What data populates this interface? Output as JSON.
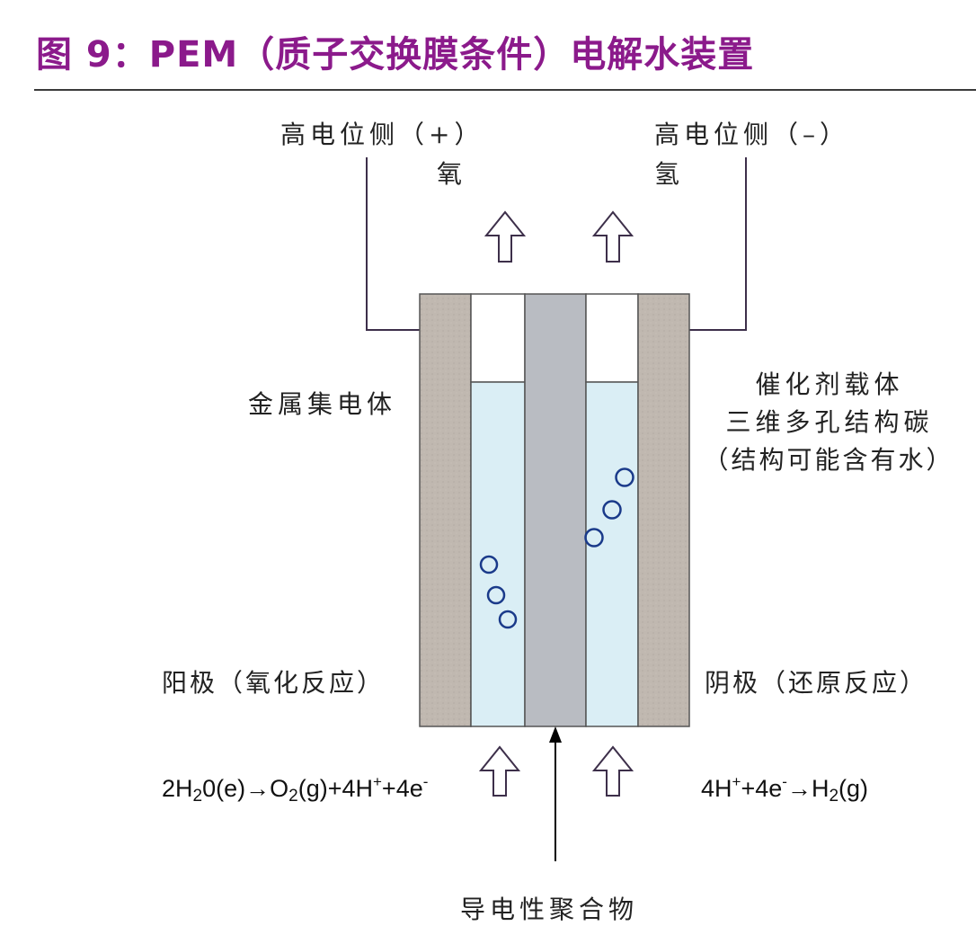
{
  "figure": {
    "title": "图 9：PEM（质子交换膜条件）电解水装置",
    "title_color": "#8b1a8b"
  },
  "labels": {
    "anode_potential": "高电位侧（+）",
    "anode_gas": "氧",
    "cathode_potential": "高电位侧（–）",
    "cathode_gas": "氢",
    "current_collector": "金属集电体",
    "catalyst_line1": "催化剂载体",
    "catalyst_line2": "三维多孔结构碳",
    "catalyst_line3": "（结构可能含有水）",
    "anode": "阳极（氧化反应）",
    "cathode": "阴极（还原反应）",
    "membrane": "导电性聚合物"
  },
  "equations": {
    "anode": {
      "a": "2H",
      "b": "2",
      "c": "0(e)→O",
      "d": "2",
      "e": "(g)+4H",
      "f": "+",
      "g": "+4e",
      "h": "-"
    },
    "cathode": {
      "a": "4H",
      "b": "+",
      "c": "+4e",
      "d": "-",
      "e": "→H",
      "f": "2",
      "g": "(g)"
    }
  },
  "colors": {
    "collector": "#c0b8b0",
    "membrane": "#b9bcc2",
    "water": "#daeef5",
    "bubble": "#1a3a8a",
    "wire": "#3d2f4a",
    "arrow": "#3d2f4a"
  }
}
